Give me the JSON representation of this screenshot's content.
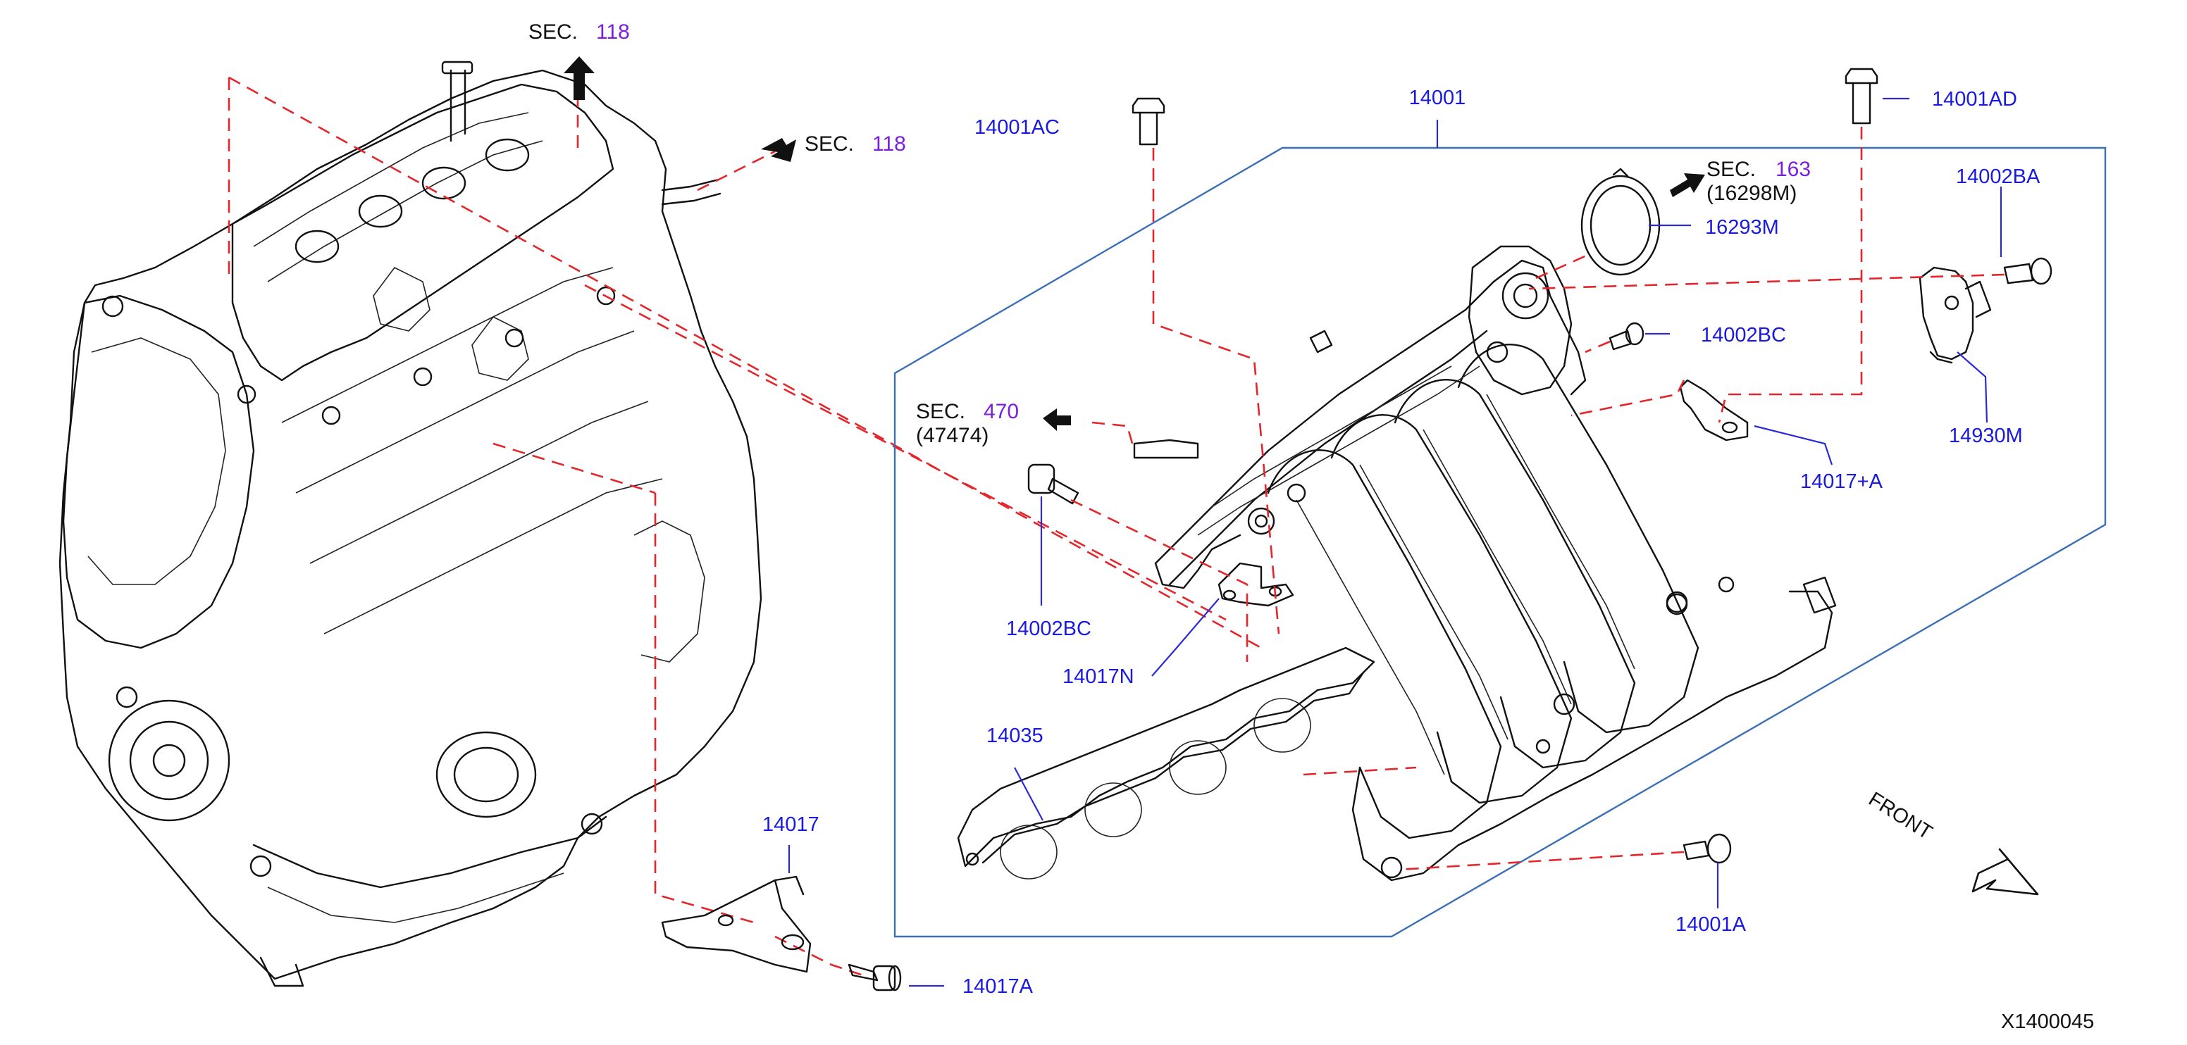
{
  "colors": {
    "part_number": "#1a1adf",
    "section_number": "#7a1ee0",
    "text": "#111111",
    "leader_dashed": "#e3262b",
    "frame": "#3b6fb6"
  },
  "parts": {
    "p14001": "14001",
    "p14001AC": "14001AC",
    "p14001AD": "14001AD",
    "p14002BA": "14002BA",
    "p16293M": "16293M",
    "p14002BC_upper": "14002BC",
    "p14930M": "14930M",
    "p14017plusA": "14017+A",
    "p14002BC_lower": "14002BC",
    "p14017N": "14017N",
    "p14035": "14035",
    "p14017": "14017",
    "p14017A": "14017A",
    "p14001A": "14001A"
  },
  "sections": {
    "sec_top": {
      "prefix": "SEC.",
      "number": "118"
    },
    "sec_right": {
      "prefix": "SEC.",
      "number": "118"
    },
    "sec_163": {
      "prefix": "SEC.",
      "number": "163",
      "sub": "(16298M)"
    },
    "sec_470": {
      "prefix": "SEC.",
      "number": "470",
      "sub": "(47474)"
    }
  },
  "front_label": "FRONT",
  "diagram_code": "X1400045",
  "icons": [
    "arrow-up-icon",
    "arrow-right-icon",
    "arrow-left-icon",
    "front-direction-arrow-icon"
  ]
}
